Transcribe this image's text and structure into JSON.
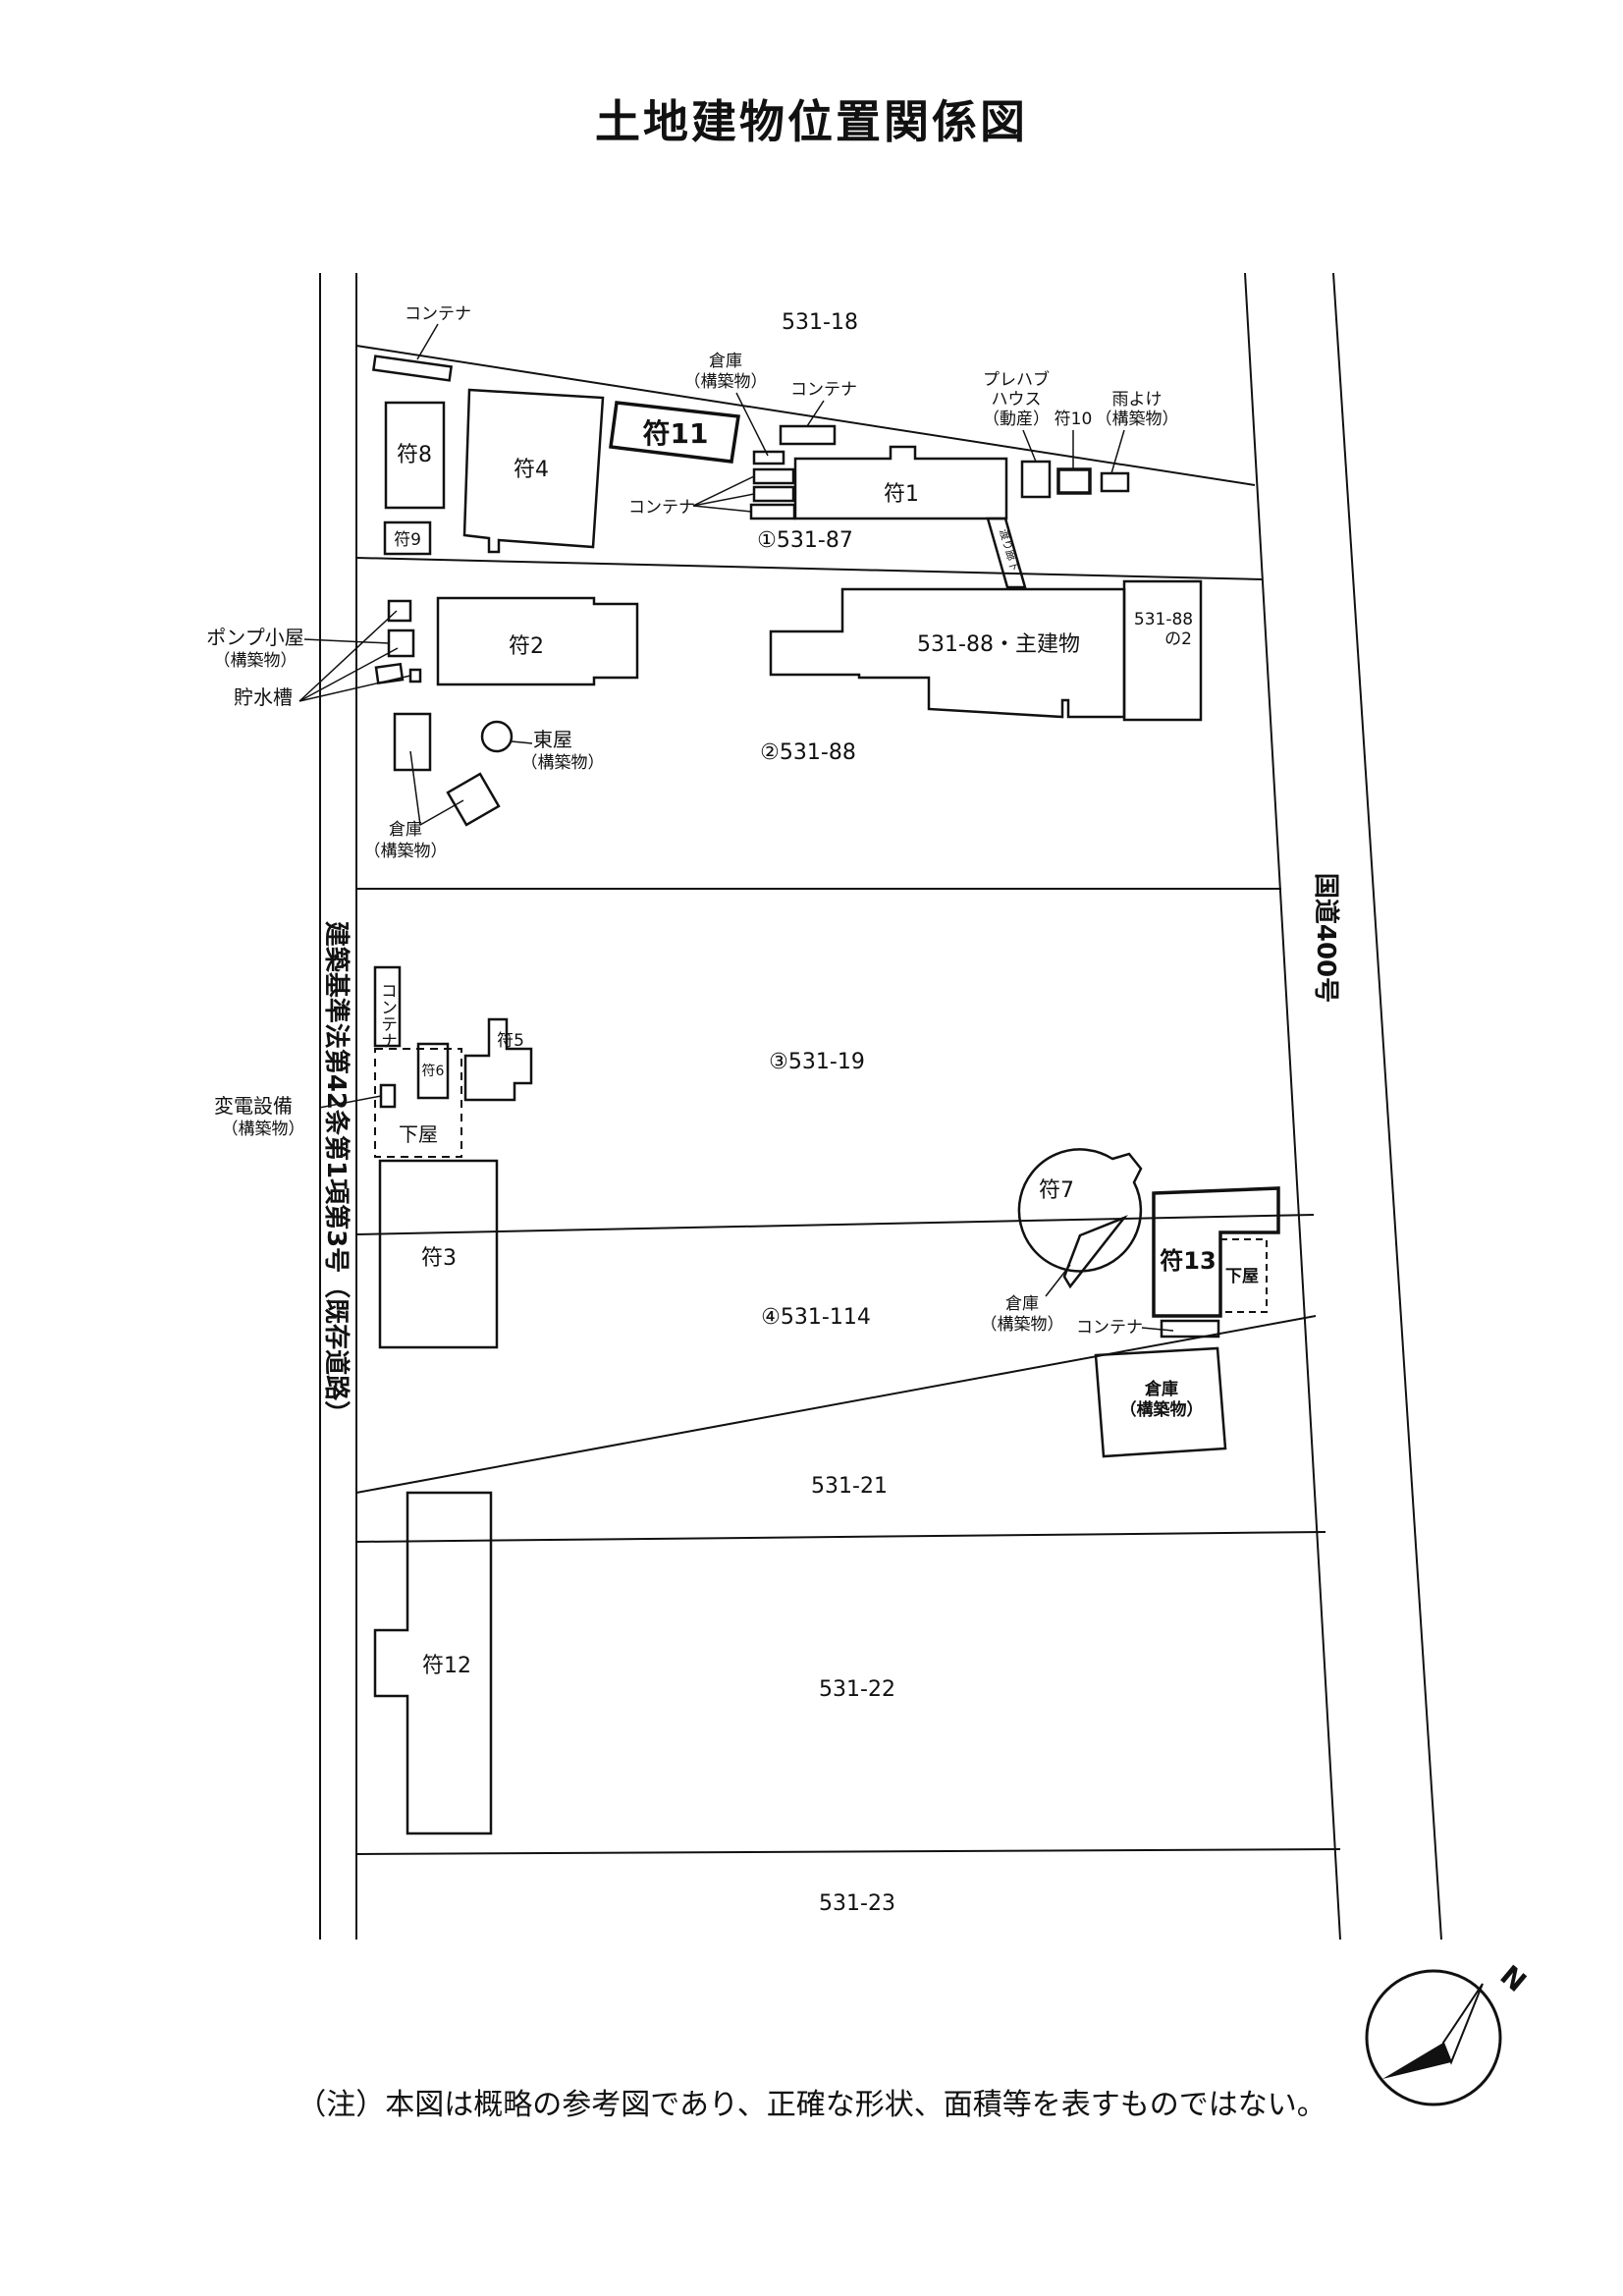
{
  "title": "土地建物位置関係図",
  "note": "（注）本図は概略の参考図であり、正確な形状、面積等を表すものではない。",
  "roads": {
    "national": "国道400号",
    "existing": "建築基準法第42条第1項第3号（既存道路）"
  },
  "parcels": {
    "p_18": "531-18",
    "p_87": "①531-87",
    "p_88": "②531-88",
    "p_19": "③531-19",
    "p_114": "④531-114",
    "p_21": "531-21",
    "p_22": "531-22",
    "p_23": "531-23"
  },
  "buildings": {
    "b1": "符1",
    "b2": "符2",
    "b3": "符3",
    "b4": "符4",
    "b5": "符5",
    "b6": "符6",
    "b7": "符7",
    "b8": "符8",
    "b9": "符9",
    "b10": "符10",
    "b11": "符11",
    "b12": "符12",
    "b13": "符13",
    "main": "531-88・主建物",
    "main2_a": "531-88",
    "main2_b": "の2"
  },
  "labels": {
    "container": "コンテナ",
    "warehouse": "倉庫",
    "structure": "（構築物）",
    "prefab_1": "プレハブ",
    "prefab_2": "ハウス",
    "movable": "（動産）",
    "canopy": "雨よけ",
    "pump_hut": "ポンプ小屋",
    "water_tank": "貯水槽",
    "gazebo": "東屋",
    "substation": "変電設備",
    "annex": "下屋",
    "corridor": "渡り廊下",
    "container_vertical": "コンテナ",
    "warehouse_bold": "倉庫"
  },
  "compass": {
    "north": "N"
  }
}
